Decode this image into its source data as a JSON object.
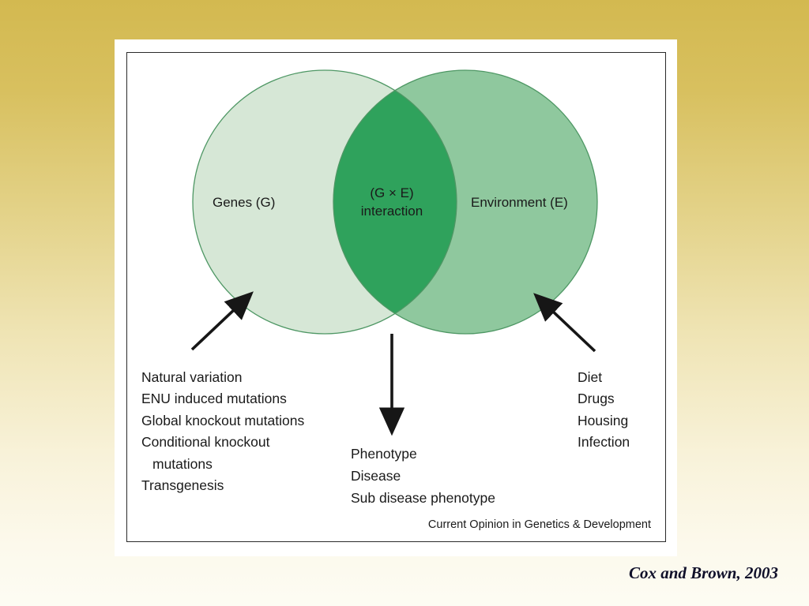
{
  "citation": "Cox and Brown, 2003",
  "figure": {
    "journal_caption": "Current Opinion in Genetics & Development",
    "venn": {
      "genes_label": "Genes (G)",
      "interaction_line1": "(G × E)",
      "interaction_line2": "interaction",
      "environment_label": "Environment (E)",
      "colors": {
        "genes_fill": "#d6e7d6",
        "environment_fill": "#8fc89e",
        "interaction_fill": "#2fa25c",
        "outline": "#4e9764",
        "arrow": "#161616"
      }
    },
    "genes_factors": [
      "Natural variation",
      "ENU induced mutations",
      "Global knockout mutations",
      "Conditional knockout",
      "mutations",
      "Transgenesis"
    ],
    "interaction_outcomes": [
      "Phenotype",
      "Disease",
      "Sub disease phenotype"
    ],
    "environment_factors": [
      "Diet",
      "Drugs",
      "Housing",
      "Infection"
    ]
  }
}
